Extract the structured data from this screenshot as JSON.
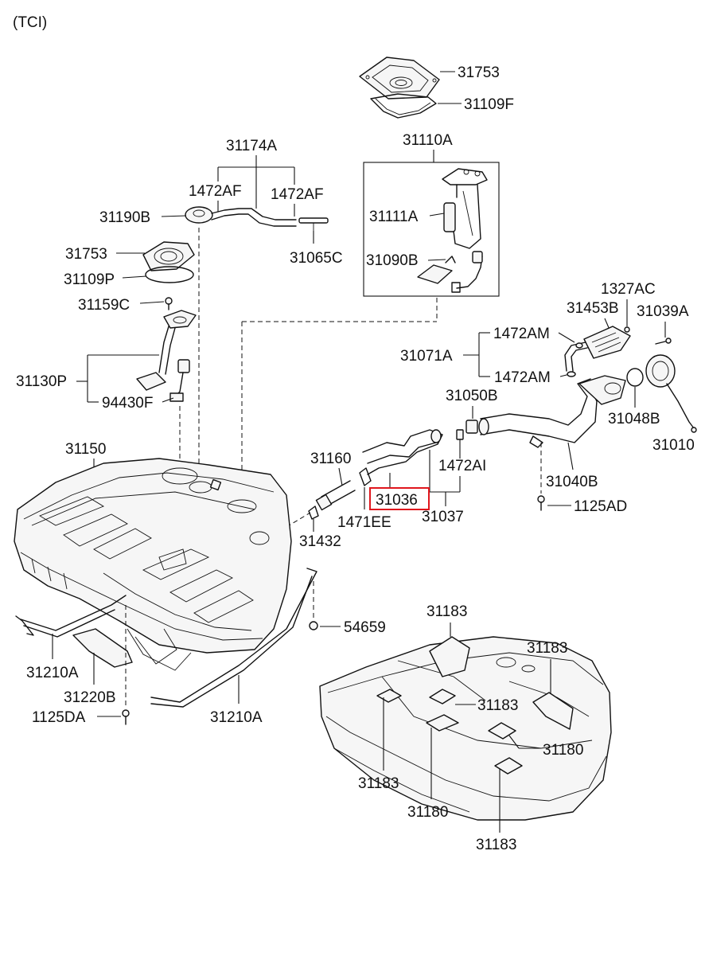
{
  "variant": "(TCI)",
  "labels": {
    "l31753_top": "31753",
    "l31109F": "31109F",
    "l31110A": "31110A",
    "l31111A": "31111A",
    "l31090B": "31090B",
    "l31174A": "31174A",
    "l1472AF_a": "1472AF",
    "l1472AF_b": "1472AF",
    "l31190B": "31190B",
    "l31065C": "31065C",
    "l31753_left": "31753",
    "l31109P": "31109P",
    "l31159C": "31159C",
    "l31130P": "31130P",
    "l94430F": "94430F",
    "l1327AC": "1327AC",
    "l31453B": "31453B",
    "l31039A": "31039A",
    "l1472AM_a": "1472AM",
    "l1472AM_b": "1472AM",
    "l31071A": "31071A",
    "l31050B": "31050B",
    "l31048B": "31048B",
    "l31010": "31010",
    "l31150": "31150",
    "l31160": "31160",
    "l1472AI": "1472AI",
    "l31036": "31036",
    "l31037": "31037",
    "l1471EE": "1471EE",
    "l31432": "31432",
    "l31040B": "31040B",
    "l1125AD": "1125AD",
    "l54659": "54659",
    "l31210A_left": "31210A",
    "l31220B": "31220B",
    "l1125DA": "1125DA",
    "l31210A_right": "31210A",
    "l31183_a": "31183",
    "l31183_b": "31183",
    "l31183_c": "31183",
    "l31183_d": "31183",
    "l31183_e": "31183",
    "l31180_a": "31180",
    "l31180_b": "31180"
  },
  "highlight": {
    "part": "31036",
    "color": "#e0161d"
  }
}
